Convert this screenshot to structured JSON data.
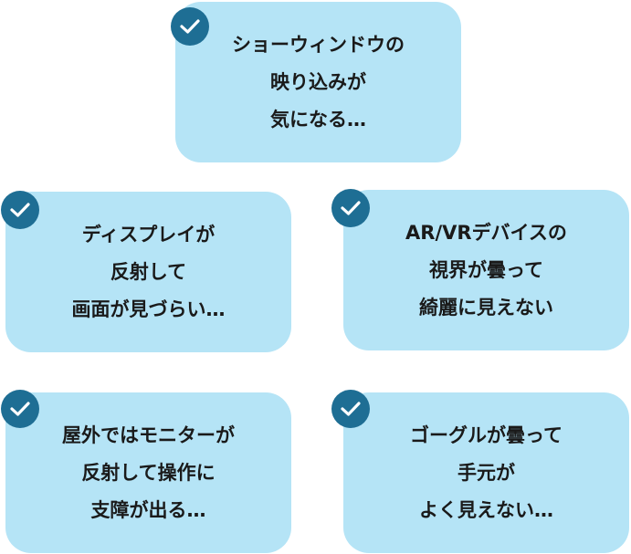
{
  "colors": {
    "box": "#b5e4f6",
    "check": "#1e6e94"
  },
  "items": [
    {
      "lines": [
        "ショーウィンドウの",
        "映り込みが",
        "気になる…"
      ]
    },
    {
      "lines": [
        "ディスプレイが",
        "反射して",
        "画面が見づらい…"
      ]
    },
    {
      "lines": [
        "AR/VRデバイスの",
        "視界が曇って",
        "綺麗に見えない"
      ]
    },
    {
      "lines": [
        "屋外ではモニターが",
        "反射して操作に",
        "支障が出る…"
      ]
    },
    {
      "lines": [
        "ゴーグルが曇って",
        "手元が",
        "よく見えない…"
      ]
    }
  ]
}
